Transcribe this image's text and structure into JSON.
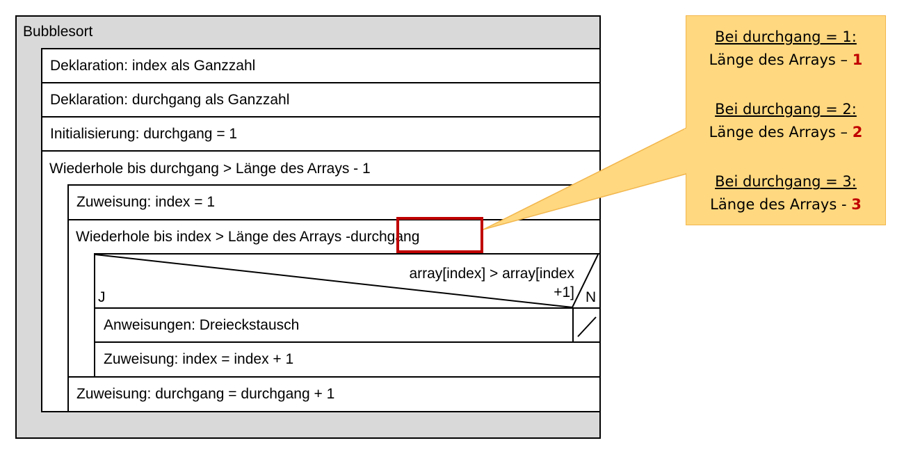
{
  "diagram": {
    "title": "Bubblesort",
    "rows": [
      "Deklaration: index als Ganzzahl",
      "Deklaration: durchgang als Ganzzahl",
      "Initialisierung: durchgang = 1",
      "Wiederhole bis durchgang > Länge des Arrays - 1",
      "Zuweisung: index = 1"
    ],
    "inner_loop_prefix": "Wiederhole bis index > Länge des Arrays - ",
    "inner_loop_var": "durchgang",
    "condition_line1": "array[index] > array[index",
    "condition_line2": "+1]",
    "yes_label": "J",
    "no_label": "N",
    "yes_branch": "Anweisungen: Dreieckstausch",
    "index_increment": "Zuweisung: index = index + 1",
    "pass_increment": "Zuweisung: durchgang = durchgang + 1"
  },
  "callout": {
    "items": [
      {
        "heading": "Bei durchgang = 1:",
        "text": "Länge des Arrays – ",
        "value": "1"
      },
      {
        "heading": "Bei durchgang = 2:",
        "text": "Länge des Arrays – ",
        "value": "2"
      },
      {
        "heading": "Bei durchgang = 3:",
        "text": "Länge des Arrays - ",
        "value": "3"
      }
    ],
    "colors": {
      "fill": "#ffd880",
      "border": "#f2b64c",
      "highlight": "#c00000"
    }
  }
}
